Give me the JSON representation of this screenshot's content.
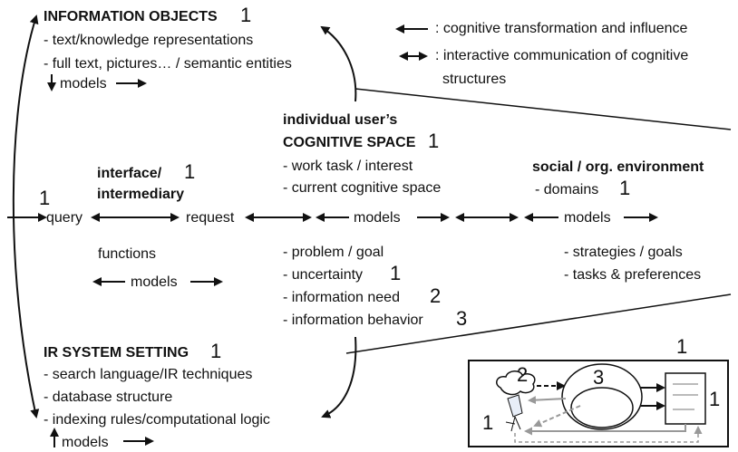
{
  "legend": {
    "transform": ": cognitive transformation and influence",
    "interactive_line1": ": interactive communication of cognitive",
    "interactive_line2": "structures"
  },
  "info_objects": {
    "title": "INFORMATION OBJECTS",
    "number": "1",
    "item1": "- text/knowledge representations",
    "item2": "- full text, pictures… / semantic entities",
    "models": "models"
  },
  "cognitive_space": {
    "title_line1": "individual user’s",
    "title_line2": "COGNITIVE SPACE",
    "number": "1",
    "item1": "- work task / interest",
    "item2": "- current cognitive space",
    "models": "models",
    "item3": "- problem / goal",
    "item4": "- uncertainty",
    "item4_number": "1",
    "item5": "- information need",
    "item5_number": "2",
    "item6": "- information behavior",
    "item6_number": "3"
  },
  "interface": {
    "title_line1": "interface/",
    "title_line2": "intermediary",
    "number": "1",
    "query": "query",
    "query_number": "1",
    "request": "request",
    "functions": "functions",
    "models": "models"
  },
  "social": {
    "title": "social / org. environment",
    "item1": "- domains",
    "item1_number": "1",
    "models": "models",
    "item2": "- strategies / goals",
    "item3": "- tasks & preferences"
  },
  "ir_system": {
    "title": "IR SYSTEM SETTING",
    "number": "1",
    "item1": "- search language/IR techniques",
    "item2": "- database structure",
    "item3": "- indexing rules/computational logic",
    "models": "models"
  },
  "inset": {
    "number_top": "1",
    "number_cloud": "2",
    "number_circle": "3",
    "number_left": "1",
    "number_right": "1"
  }
}
